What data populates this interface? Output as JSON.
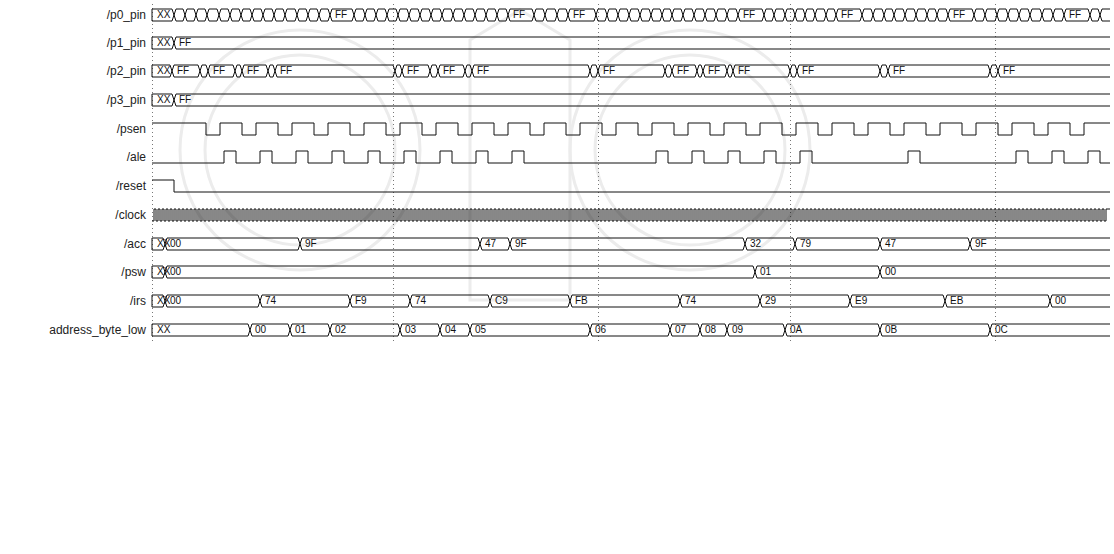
{
  "diagram": {
    "labels": [
      "/p0_pin",
      "/p1_pin",
      "/p2_pin",
      "/p3_pin",
      "/psen",
      "/ale",
      "/reset",
      "/clock",
      "/acc",
      "/psw",
      "/irs",
      "address_byte_low",
      "XX",
      "FF",
      "FF",
      "FF",
      "FF",
      "FF",
      "FF",
      "FF",
      "XX",
      "FF",
      "XX",
      "FF",
      "FF",
      "FF",
      "FF",
      "FF",
      "FF",
      "FF",
      "FF",
      "FF",
      "FF",
      "FF",
      "FF",
      "FF",
      "FF",
      "XX",
      "FF",
      "XX",
      "00",
      "9F",
      "47",
      "9F",
      "32",
      "79",
      "47",
      "9F",
      "XX",
      "00",
      "01",
      "00",
      "XX",
      "00",
      "74",
      "F9",
      "74",
      "C9",
      "FB",
      "74",
      "29",
      "E9",
      "EB",
      "00",
      "XX",
      "00",
      "01",
      "02",
      "03",
      "04",
      "05",
      "06",
      "07",
      "08",
      "09",
      "0A",
      "0B",
      "0C"
    ]
  }
}
